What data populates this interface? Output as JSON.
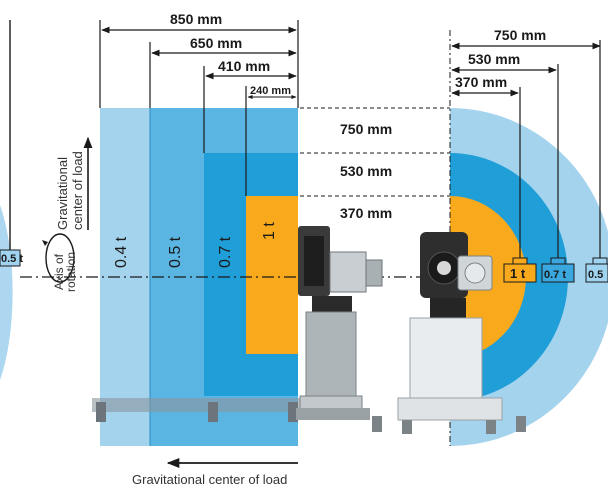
{
  "colors": {
    "zone_04": "#a4d3ee",
    "zone_05": "#5ab5e3",
    "zone_07": "#1f9ed8",
    "zone_1": "#f8a91c",
    "line": "#1a1a1a",
    "weight_light": "#9fd3f0",
    "weight_mid": "#3aa7de",
    "weight_orange": "#f8a91c"
  },
  "left_diagram": {
    "dims": {
      "d850": "850 mm",
      "d650": "650 mm",
      "d410": "410 mm",
      "d240": "240 mm"
    },
    "zones": [
      {
        "label": "0.4 t"
      },
      {
        "label": "0.5 t"
      },
      {
        "label": "0.7 t"
      },
      {
        "label": "1 t"
      }
    ],
    "gravity_label_line1": "Gravitational",
    "gravity_label_line2": "center of load",
    "axis_label_line1": "Axis of",
    "axis_label_line2": "rotation",
    "bottom_caption": "Gravitational center of load"
  },
  "middle_labels": {
    "r750": "750 mm",
    "r530": "530 mm",
    "r370": "370 mm"
  },
  "right_diagram": {
    "dims": {
      "d750": "750 mm",
      "d530": "530 mm",
      "d370": "370 mm"
    },
    "weights": {
      "w1": "1 t",
      "w07": "0.7 t",
      "w05": "0.5"
    }
  },
  "left_edge_weight": "0.5 t",
  "icons": {
    "rotation": "rotation-arrow-icon",
    "arrow_up": "arrow-up-icon",
    "arrow_left": "arrow-left-icon",
    "weight": "weight-icon"
  }
}
